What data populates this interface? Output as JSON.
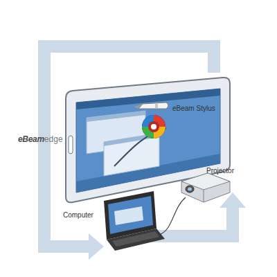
{
  "diagram": {
    "labels": [
      "eBeam Stylus",
      "Projector",
      "Computer",
      "eBeam",
      "edge"
    ]
  }
}
